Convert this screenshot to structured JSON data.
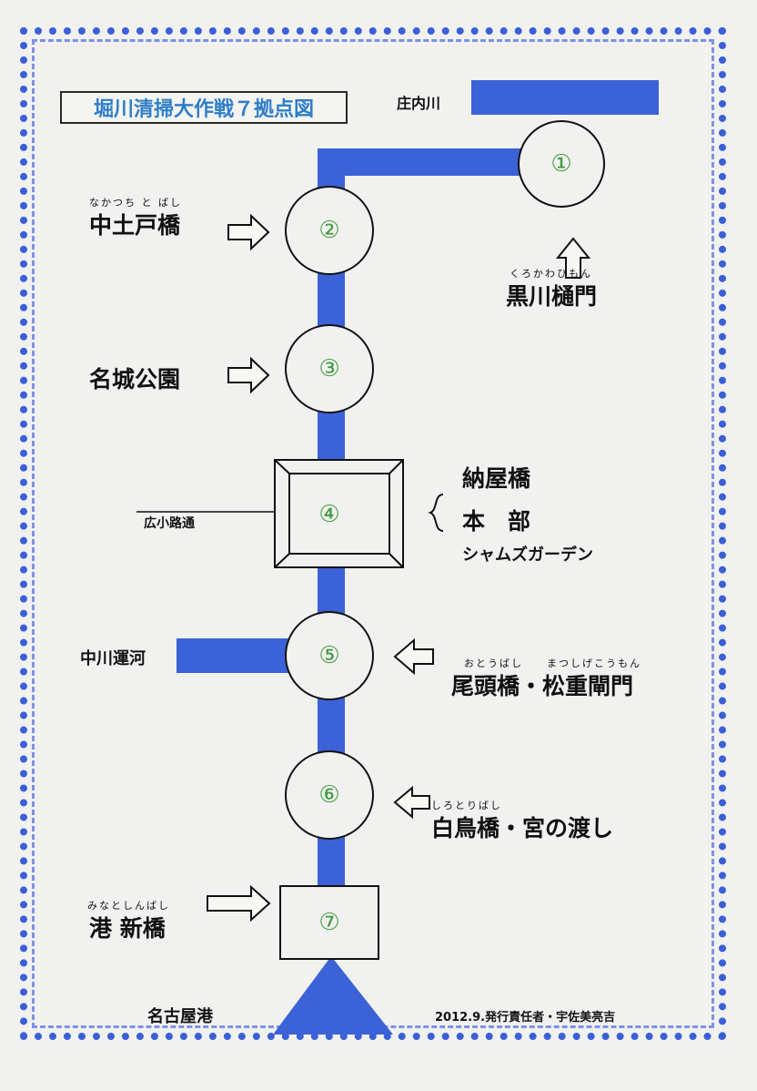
{
  "title": "堀川清掃大作戦７拠点図",
  "labels": {
    "shonai_river": "庄内川",
    "hiroko_dori": "広小路通",
    "nakagawa_canal": "中川運河",
    "nagoya_port": "名古屋港",
    "footer": "2012.9.発行責任者・宇佐美亮吉"
  },
  "bases": [
    {
      "num": "①",
      "name": "黒川樋門",
      "reading": "くろかわひもん"
    },
    {
      "num": "②",
      "name": "中土戸橋",
      "reading": "なかつち と ばし"
    },
    {
      "num": "③",
      "name": "名城公園",
      "reading": ""
    },
    {
      "num": "④",
      "name_lines": [
        "納屋橋",
        "本　部",
        "シャムズガーデン"
      ]
    },
    {
      "num": "⑤",
      "name": "尾頭橋・松重閘門",
      "reading": "おとうばし　　まつしげこうもん"
    },
    {
      "num": "⑥",
      "name": "白鳥橋・宮の渡し",
      "reading": "しろとりばし"
    },
    {
      "num": "⑦",
      "name": "港 新橋",
      "reading": "みなとしんばし"
    }
  ]
}
